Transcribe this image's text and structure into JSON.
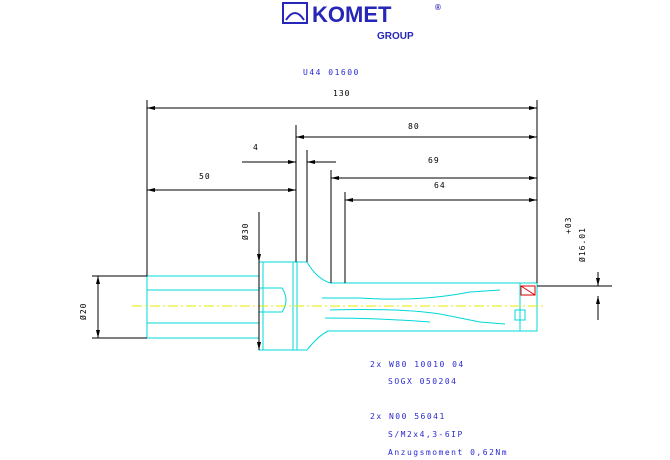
{
  "logo": {
    "name": "KOMET",
    "registered": "®",
    "group": "GROUP"
  },
  "part_number": "U44 01600",
  "dimensions": {
    "overall_length": "130",
    "head_length": "80",
    "shoulder_width": "4",
    "shank_length": "50",
    "body_length_69": "69",
    "body_length_64": "64",
    "diameter_30": "Ø30",
    "diameter_20": "Ø20",
    "diameter_16": "Ø16.01",
    "tolerance_16": "+03"
  },
  "notes": [
    "2x W80 10010 04",
    "SOGX 050204",
    "2x N00 56041",
    "S/M2x4,3-6IP",
    "Anzugsmoment 0,62Nm"
  ],
  "colors": {
    "outline": "#00d8d8",
    "dimension": "#000000",
    "text_blue": "#2a2ad0",
    "centerline": "#e8e800",
    "insert": "#e00000"
  }
}
